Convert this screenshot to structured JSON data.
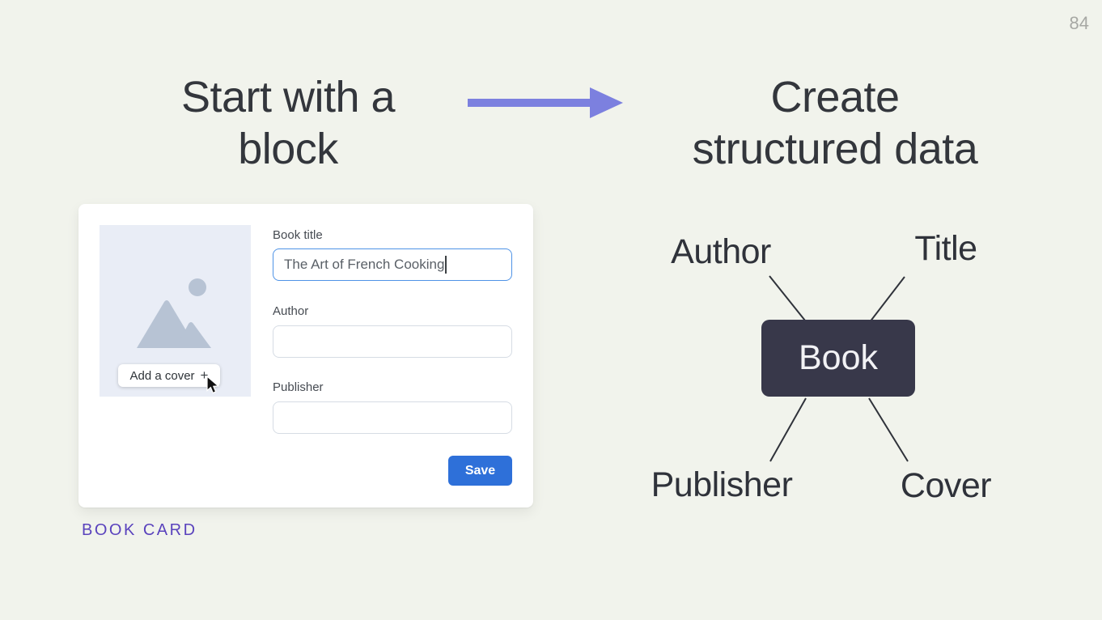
{
  "page_number": "84",
  "colors": {
    "bg": "#f1f3ec",
    "heading": "#33363c",
    "arrow": "#7c80df",
    "card-bg": "#ffffff",
    "cover-bg": "#e9edf6",
    "cover-icon": "#b7c3d4",
    "label": "#464b52",
    "input-border": "#d6dce4",
    "input-focus": "#4f93e6",
    "input-text": "#5a6067",
    "save-bg": "#2e70d9",
    "save-text": "#ffffff",
    "caption": "#5a43bd",
    "node-bg": "#38384a",
    "node-text": "#f2f2f5",
    "diagram-ink": "#2f323a",
    "page-number": "#a7a8a4"
  },
  "left": {
    "heading_line1": "Start with a",
    "heading_line2": "block",
    "caption": "BOOK CARD",
    "card": {
      "cover_button_label": "Add a cover",
      "cover_button_plus": "+",
      "fields": [
        {
          "label": "Book title",
          "value": "The Art of French Cooking",
          "focused": true
        },
        {
          "label": "Author",
          "value": ""
        },
        {
          "label": "Publisher",
          "value": ""
        }
      ],
      "save_label": "Save"
    }
  },
  "right": {
    "heading_line1": "Create",
    "heading_line2": "structured data",
    "diagram": {
      "node_label": "Book",
      "labels": {
        "top_left": "Author",
        "top_right": "Title",
        "bottom_left": "Publisher",
        "bottom_right": "Cover"
      }
    }
  }
}
